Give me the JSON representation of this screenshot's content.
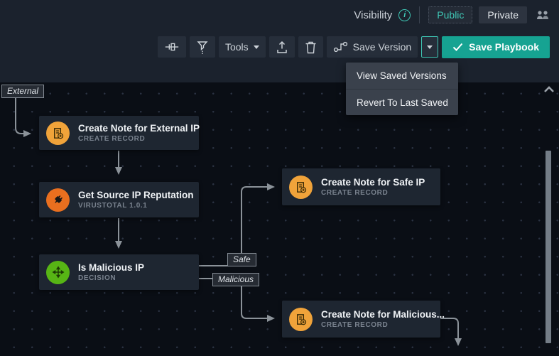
{
  "header": {
    "visibility_label": "Visibility",
    "public_label": "Public",
    "private_label": "Private"
  },
  "toolbar": {
    "tools_label": "Tools",
    "save_version_label": "Save Version",
    "save_playbook_label": "Save Playbook"
  },
  "menu": {
    "items": [
      "View Saved Versions",
      "Revert To Last Saved"
    ]
  },
  "canvas": {
    "start_label": "External",
    "edge_labels": [
      "Safe",
      "Malicious"
    ],
    "nodes": [
      {
        "title": "Create Note for External IP",
        "subtitle": "CREATE RECORD",
        "type": "create-record"
      },
      {
        "title": "Get Source IP Reputation",
        "subtitle": "VIRUSTOTAL 1.0.1",
        "type": "action"
      },
      {
        "title": "Is Malicious IP",
        "subtitle": "DECISION",
        "type": "decision"
      },
      {
        "title": "Create Note for Safe IP",
        "subtitle": "CREATE RECORD",
        "type": "create-record"
      },
      {
        "title": "Create Note for Malicious...",
        "subtitle": "CREATE RECORD",
        "type": "create-record"
      }
    ]
  },
  "colors": {
    "accent_teal": "#3fc7b5",
    "save_button": "#16a392",
    "create_record_icon": "#f0a33a",
    "action_icon": "#e96f1f",
    "decision_icon": "#57b515",
    "node_bg": "#1e2631",
    "canvas_bg": "#0a0e15",
    "header_bg": "#1b222d",
    "edge": "#8b9299"
  }
}
